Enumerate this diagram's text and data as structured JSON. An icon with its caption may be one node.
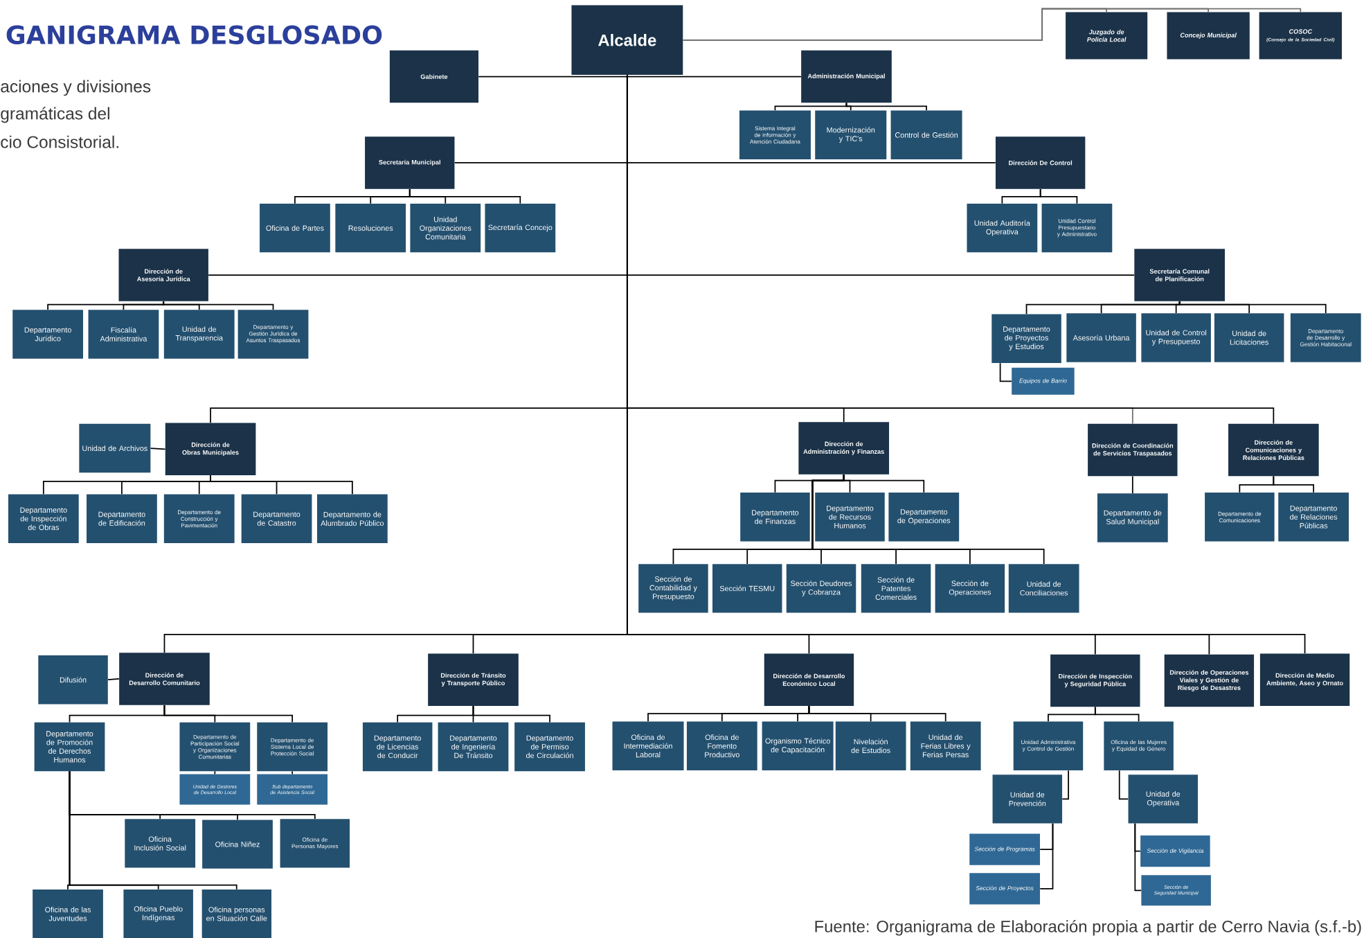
{
  "diagram": {
    "title": "GANIGRAMA DESGLOSADO",
    "caption": "Fuente: Organigrama de Elaboración propia a partir de Cerro Navia (s.f.-b)",
    "labels": [
      "aciones y divisiones",
      "gramáticas del",
      "cio Consistorial."
    ],
    "nodes": [
      {
        "text": [
          "Alcalde"
        ]
      },
      {
        "text": [
          "Gabinete"
        ]
      },
      {
        "text": [
          "Administración Municipal"
        ]
      },
      {
        "text": [
          "Sistema Integral de información y Atención Ciudadana"
        ]
      },
      {
        "text": [
          "Modernización y TIC's"
        ]
      },
      {
        "text": [
          "Control de Gestión"
        ]
      },
      {
        "text": [
          "Juzgado de Policía Local"
        ]
      },
      {
        "text": [
          "Concejo Municipal"
        ]
      },
      {
        "text": [
          "COSOC",
          "(Consejo de la Sociedad Civil)"
        ]
      },
      {
        "text": [
          "Secretaría Municipal"
        ]
      },
      {
        "text": [
          "Oficina de Partes"
        ]
      },
      {
        "text": [
          "Resoluciones"
        ]
      },
      {
        "text": [
          "Unidad Organizaciones Comunitaria"
        ]
      },
      {
        "text": [
          "Secretaría Concejo"
        ]
      },
      {
        "text": [
          "Dirección De Control"
        ]
      },
      {
        "text": [
          "Unidad Auditoría Operativa"
        ]
      },
      {
        "text": [
          "Unidad Control Presupuestario y Administrativo"
        ]
      },
      {
        "text": [
          "Dirección de Asesoría Jurídica"
        ]
      },
      {
        "text": [
          "Departamento Jurídico"
        ]
      },
      {
        "text": [
          "Fiscalía Administrativa"
        ]
      },
      {
        "text": [
          "Unidad de Transparencia"
        ]
      },
      {
        "text": [
          "Departamento y Gestión Jurídica de Asuntos Traspasados"
        ]
      },
      {
        "text": [
          "Secretaría Comunal de Planificación"
        ]
      },
      {
        "text": [
          "Departamento de Proyectos y Estudios"
        ]
      },
      {
        "text": [
          "Asesoría Urbana"
        ]
      },
      {
        "text": [
          "Unidad de Control y Presupuesto"
        ]
      },
      {
        "text": [
          "Unidad de Licitaciones"
        ]
      },
      {
        "text": [
          "Departamento de Desarrollo y Gestión Habitacional"
        ]
      },
      {
        "text": [
          "Equipos de Barrio"
        ]
      },
      {
        "text": [
          "Dirección de Obras Municipales"
        ]
      },
      {
        "text": [
          "Unidad de Archivos"
        ]
      },
      {
        "text": [
          "Departamento de Inspección de Obras"
        ]
      },
      {
        "text": [
          "Departamento de Edificación"
        ]
      },
      {
        "text": [
          "Departamento de Construcción y Pavimentación"
        ]
      },
      {
        "text": [
          "Departamento de Catastro"
        ]
      },
      {
        "text": [
          "Departamento de Alumbrado Público"
        ]
      },
      {
        "text": [
          "Dirección de Administración y Finanzas"
        ]
      },
      {
        "text": [
          "Departamento de Finanzas"
        ]
      },
      {
        "text": [
          "Departamento de Recursos Humanos"
        ]
      },
      {
        "text": [
          "Departamento de Operaciones"
        ]
      },
      {
        "text": [
          "Sección de Contabilidad y Presupuesto"
        ]
      },
      {
        "text": [
          "Sección TESMU"
        ]
      },
      {
        "text": [
          "Sección Deudores y Cobranza"
        ]
      },
      {
        "text": [
          "Sección de Patentes Comerciales"
        ]
      },
      {
        "text": [
          "Sección de Operaciones"
        ]
      },
      {
        "text": [
          "Unidad de Conciliaciones"
        ]
      },
      {
        "text": [
          "Dirección de Coordinación de Servicios Traspasados"
        ]
      },
      {
        "text": [
          "Departamento de Salud Municipal"
        ]
      },
      {
        "text": [
          "Dirección de Comunicaciones y Relaciones Públicas"
        ]
      },
      {
        "text": [
          "Departamento de Comunicaciones"
        ]
      },
      {
        "text": [
          "Departamento de Relaciones Públicas"
        ]
      },
      {
        "text": [
          "Dirección de Desarrollo Comunitario"
        ]
      },
      {
        "text": [
          "Difusión"
        ]
      },
      {
        "text": [
          "Departamento de Promoción de Derechos Humanos"
        ]
      },
      {
        "text": [
          "Departamento de Participación Social y Organizaciones Comunitarias"
        ]
      },
      {
        "text": [
          "Departamento de Sistema Local de Protección Social"
        ]
      },
      {
        "text": [
          "Unidad de Gestores de Desarrollo Local"
        ]
      },
      {
        "text": [
          "Sub departamento de Asistencia Social"
        ]
      },
      {
        "text": [
          "Oficina Inclusión Social"
        ]
      },
      {
        "text": [
          "Oficina Niñez"
        ]
      },
      {
        "text": [
          "Oficina de Personas Mayores"
        ]
      },
      {
        "text": [
          "Oficina de las Juventudes"
        ]
      },
      {
        "text": [
          "Oficina Pueblo Indígenas"
        ]
      },
      {
        "text": [
          "Oficina personas en Situación Calle"
        ]
      },
      {
        "text": [
          "Dirección de Tránsito y Transporte Público"
        ]
      },
      {
        "text": [
          "Departamento de Licencias de Conducir"
        ]
      },
      {
        "text": [
          "Departamento de Ingeniería De Tránsito"
        ]
      },
      {
        "text": [
          "Departamento de Permiso de Circulación"
        ]
      },
      {
        "text": [
          "Dirección de Desarrollo Económico Local"
        ]
      },
      {
        "text": [
          "Oficina de Intermediación Laboral"
        ]
      },
      {
        "text": [
          "Oficina de Fomento Productivo"
        ]
      },
      {
        "text": [
          "Organismo Técnico de Capacitación"
        ]
      },
      {
        "text": [
          "Nivelación de Estudios"
        ]
      },
      {
        "text": [
          "Unidad de Ferias Libres y Ferias Persas"
        ]
      },
      {
        "text": [
          "Dirección de Inspección y Seguridad Pública"
        ]
      },
      {
        "text": [
          "Unidad Administrativa y Control de Gestión"
        ]
      },
      {
        "text": [
          "Oficina de las Mujeres y Equidad de Género"
        ]
      },
      {
        "text": [
          "Unidad de Prevención"
        ]
      },
      {
        "text": [
          "Unidad de Operativa"
        ]
      },
      {
        "text": [
          "Sección de Programas"
        ]
      },
      {
        "text": [
          "Sección de Proyectos"
        ]
      },
      {
        "text": [
          "Sección de Vigilancia"
        ]
      },
      {
        "text": [
          "Sección de Seguridad Municipal"
        ]
      },
      {
        "text": [
          "Dirección de Operaciones Viales y Gestión de Riesgo de Desastres"
        ]
      },
      {
        "text": [
          "Dirección de Medio Ambiente, Aseo y Ornato"
        ]
      }
    ],
    "edges": [
      {
        "from": 0,
        "to": 1,
        "arrow": "none"
      },
      {
        "from": 0,
        "to": 2,
        "arrow": "none"
      },
      {
        "from": 2,
        "to": 3,
        "arrow": "none"
      },
      {
        "from": 2,
        "to": 4,
        "arrow": "none"
      },
      {
        "from": 2,
        "to": 5,
        "arrow": "none"
      },
      {
        "from": 0,
        "to": 6,
        "arrow": "none",
        "color": "#707070"
      },
      {
        "from": 0,
        "to": 7,
        "arrow": "none",
        "color": "#707070"
      },
      {
        "from": 0,
        "to": 8,
        "arrow": "none",
        "color": "#707070"
      },
      {
        "from": 0,
        "to": 9,
        "arrow": "none"
      },
      {
        "from": 9,
        "to": 10,
        "arrow": "none"
      },
      {
        "from": 9,
        "to": 11,
        "arrow": "none"
      },
      {
        "from": 9,
        "to": 12,
        "arrow": "none"
      },
      {
        "from": 9,
        "to": 13,
        "arrow": "none"
      },
      {
        "from": 0,
        "to": 14,
        "arrow": "none"
      },
      {
        "from": 14,
        "to": 15,
        "arrow": "none"
      },
      {
        "from": 14,
        "to": 16,
        "arrow": "none"
      },
      {
        "from": 0,
        "to": 17,
        "arrow": "none"
      },
      {
        "from": 17,
        "to": 18,
        "arrow": "none"
      },
      {
        "from": 17,
        "to": 19,
        "arrow": "none"
      },
      {
        "from": 17,
        "to": 20,
        "arrow": "none"
      },
      {
        "from": 17,
        "to": 21,
        "arrow": "none"
      },
      {
        "from": 0,
        "to": 22,
        "arrow": "none"
      },
      {
        "from": 22,
        "to": 23,
        "arrow": "none"
      },
      {
        "from": 22,
        "to": 24,
        "arrow": "none"
      },
      {
        "from": 22,
        "to": 25,
        "arrow": "none"
      },
      {
        "from": 22,
        "to": 26,
        "arrow": "none"
      },
      {
        "from": 22,
        "to": 27,
        "arrow": "none"
      },
      {
        "from": 23,
        "to": 28,
        "arrow": "none"
      },
      {
        "from": 0,
        "to": 29,
        "arrow": "none"
      },
      {
        "from": 29,
        "to": 30,
        "arrow": "none"
      },
      {
        "from": 29,
        "to": 31,
        "arrow": "none"
      },
      {
        "from": 29,
        "to": 32,
        "arrow": "none"
      },
      {
        "from": 29,
        "to": 33,
        "arrow": "none"
      },
      {
        "from": 29,
        "to": 34,
        "arrow": "none"
      },
      {
        "from": 29,
        "to": 35,
        "arrow": "none"
      },
      {
        "from": 0,
        "to": 36,
        "arrow": "none"
      },
      {
        "from": 36,
        "to": 37,
        "arrow": "none"
      },
      {
        "from": 36,
        "to": 38,
        "arrow": "none"
      },
      {
        "from": 36,
        "to": 39,
        "arrow": "none"
      },
      {
        "from": 36,
        "to": 40,
        "arrow": "none"
      },
      {
        "from": 36,
        "to": 41,
        "arrow": "none"
      },
      {
        "from": 36,
        "to": 42,
        "arrow": "none"
      },
      {
        "from": 36,
        "to": 43,
        "arrow": "none"
      },
      {
        "from": 36,
        "to": 44,
        "arrow": "none"
      },
      {
        "from": 36,
        "to": 45,
        "arrow": "none"
      },
      {
        "from": 0,
        "to": 46,
        "arrow": "none",
        "color": "#707070"
      },
      {
        "from": 46,
        "to": 47,
        "arrow": "none"
      },
      {
        "from": 0,
        "to": 48,
        "arrow": "none"
      },
      {
        "from": 48,
        "to": 49,
        "arrow": "none"
      },
      {
        "from": 48,
        "to": 50,
        "arrow": "none"
      },
      {
        "from": 0,
        "to": 51,
        "arrow": "none"
      },
      {
        "from": 51,
        "to": 52,
        "arrow": "none"
      },
      {
        "from": 51,
        "to": 53,
        "arrow": "none"
      },
      {
        "from": 51,
        "to": 54,
        "arrow": "none"
      },
      {
        "from": 51,
        "to": 55,
        "arrow": "none"
      },
      {
        "from": 54,
        "to": 56,
        "arrow": "none"
      },
      {
        "from": 55,
        "to": 57,
        "arrow": "none"
      },
      {
        "from": 53,
        "to": 58,
        "arrow": "none"
      },
      {
        "from": 53,
        "to": 59,
        "arrow": "none"
      },
      {
        "from": 53,
        "to": 60,
        "arrow": "none"
      },
      {
        "from": 53,
        "to": 61,
        "arrow": "none"
      },
      {
        "from": 53,
        "to": 62,
        "arrow": "none"
      },
      {
        "from": 53,
        "to": 63,
        "arrow": "none"
      },
      {
        "from": 0,
        "to": 64,
        "arrow": "none"
      },
      {
        "from": 64,
        "to": 65,
        "arrow": "none"
      },
      {
        "from": 64,
        "to": 66,
        "arrow": "none"
      },
      {
        "from": 64,
        "to": 67,
        "arrow": "none"
      },
      {
        "from": 0,
        "to": 68,
        "arrow": "none"
      },
      {
        "from": 68,
        "to": 69,
        "arrow": "none"
      },
      {
        "from": 68,
        "to": 70,
        "arrow": "none"
      },
      {
        "from": 68,
        "to": 71,
        "arrow": "none"
      },
      {
        "from": 68,
        "to": 72,
        "arrow": "none"
      },
      {
        "from": 68,
        "to": 73,
        "arrow": "none"
      },
      {
        "from": 0,
        "to": 74,
        "arrow": "none"
      },
      {
        "from": 74,
        "to": 75,
        "arrow": "none"
      },
      {
        "from": 74,
        "to": 76,
        "arrow": "none"
      },
      {
        "from": 75,
        "to": 77,
        "arrow": "none"
      },
      {
        "from": 76,
        "to": 78,
        "arrow": "none"
      },
      {
        "from": 77,
        "to": 79,
        "arrow": "none"
      },
      {
        "from": 77,
        "to": 80,
        "arrow": "none"
      },
      {
        "from": 78,
        "to": 81,
        "arrow": "none"
      },
      {
        "from": 78,
        "to": 82,
        "arrow": "none"
      },
      {
        "from": 0,
        "to": 83,
        "arrow": "none"
      },
      {
        "from": 0,
        "to": 84,
        "arrow": "none"
      }
    ]
  }
}
